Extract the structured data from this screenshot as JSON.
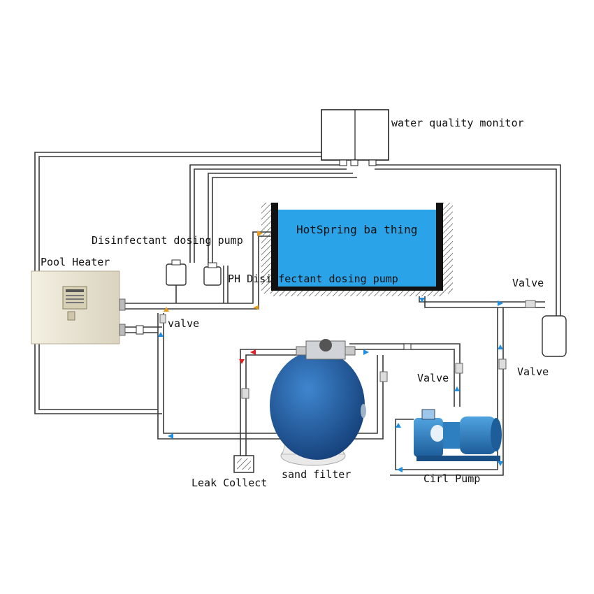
{
  "labels": {
    "water_quality_monitor": "water quality monitor",
    "disinfectant_dosing_pump": "Disinfectant dosing pump",
    "pool_heater": "Pool Heater",
    "hotspring_tank": "HotSpring ba thing",
    "ph_dosing_pump": "PH Disinfectant dosing pump",
    "valve_left": "valve",
    "valve_right_top": "Valve",
    "valve_right_mid": "Valve",
    "valve_center": "Valve",
    "leak_collect": "Leak Collect",
    "sand_filter": "sand filter",
    "circ_pump": "Cirl Pump"
  },
  "colors": {
    "tank_water": "#2aa3e8",
    "filter_body": "#1f5fa8",
    "pump_body": "#2d7fc0",
    "heater_body": "#ece7d6",
    "flow_arrow_blue": "#1e8fe0",
    "flow_arrow_red": "#e02020",
    "flow_arrow_orange": "#e89a1a",
    "pipe": "#3a3a3a"
  },
  "icons": [
    "heater-unit",
    "sand-filter-tank",
    "circulation-pump",
    "dosing-pump-bottle",
    "monitor-box",
    "valve-fitting",
    "leak-collect-box",
    "flow-arrow"
  ]
}
